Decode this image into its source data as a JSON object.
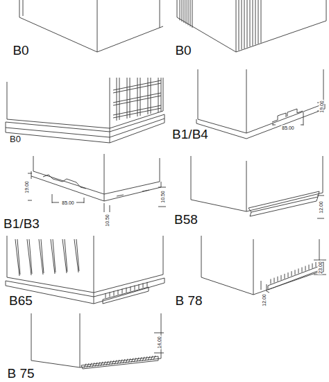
{
  "diagram": {
    "labels": [
      "B0",
      "B0",
      "B0",
      "B1/B4",
      "85.00",
      "19.00",
      "19.00",
      "85.00",
      "10.50",
      "10.50",
      "B1/B3",
      "B58",
      "12.00",
      "B65",
      "B 78",
      "12.00",
      "23.00",
      "B 75",
      "14.00"
    ]
  }
}
